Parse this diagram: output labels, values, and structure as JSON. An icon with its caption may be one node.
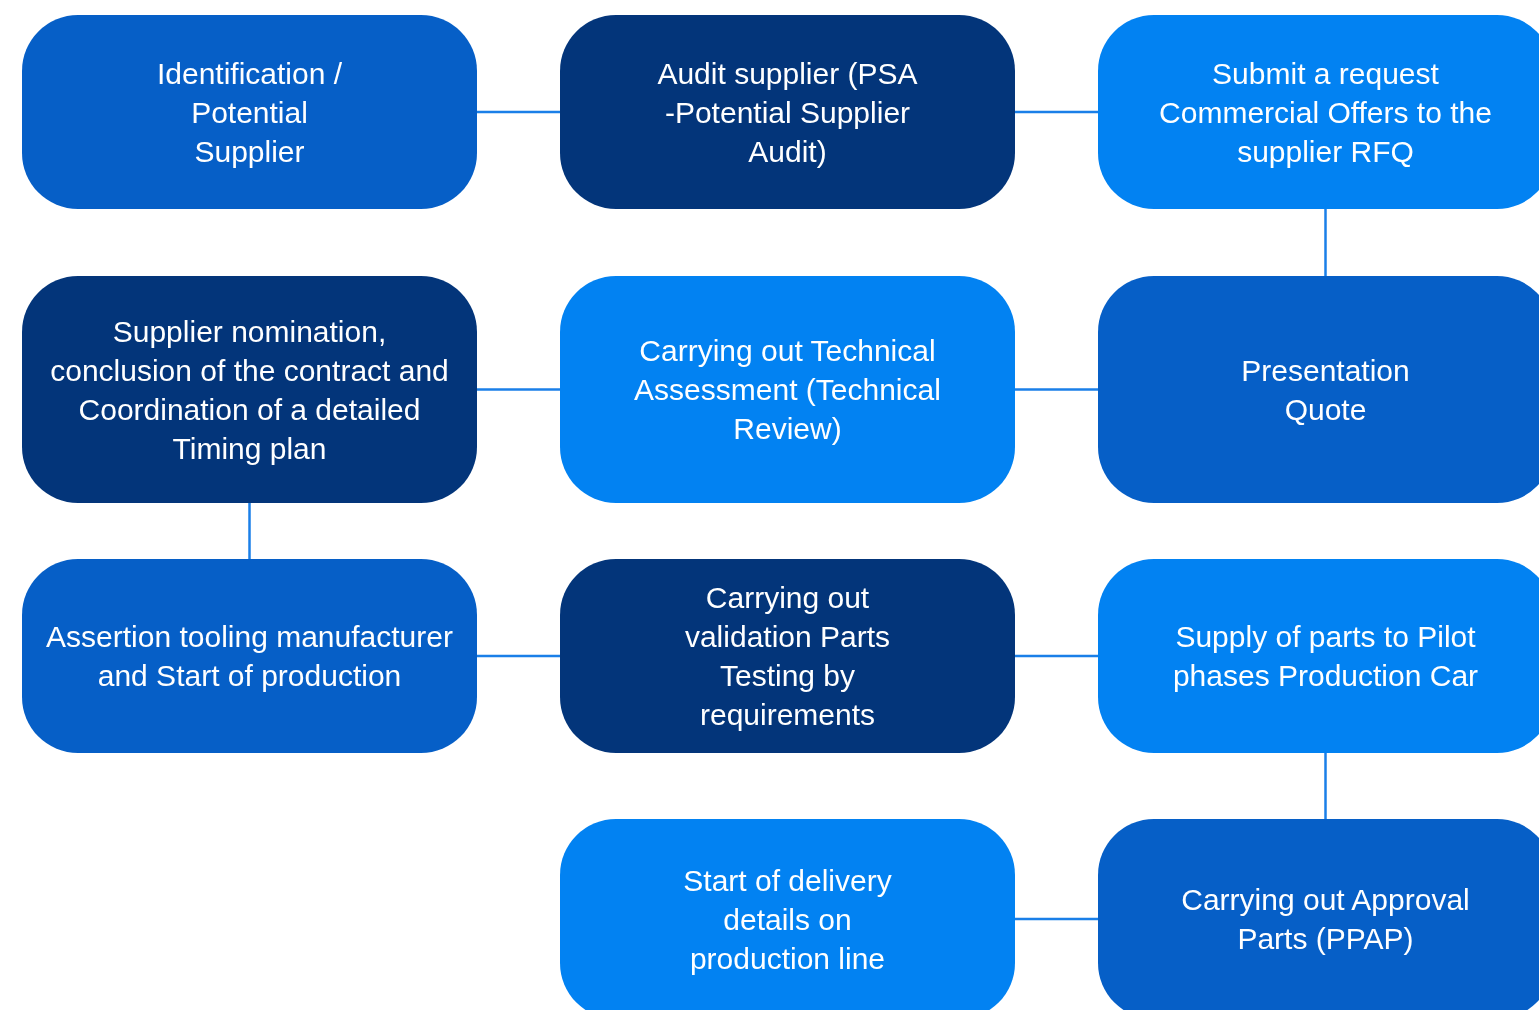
{
  "diagram": {
    "nodes": [
      {
        "text": [
          "Identification / Potential Supplier"
        ]
      },
      {
        "text": [
          "Audit supplier (PSA -Potential Supplier Audit)"
        ]
      },
      {
        "text": [
          "Submit a request Commercial Offers to the supplier RFQ"
        ]
      },
      {
        "text": [
          "Supplier nomination, conclusion of the contract and Coordination of a detailed Timing plan"
        ]
      },
      {
        "text": [
          "Carrying out Technical Assessment (Technical Review)"
        ]
      },
      {
        "text": [
          "Presentation Quote"
        ]
      },
      {
        "text": [
          "Assertion tooling manufacturer and Start of production"
        ]
      },
      {
        "text": [
          "Carrying out validation Parts Testing by requirements"
        ]
      },
      {
        "text": [
          "Supply of parts to Pilot phases Production Car"
        ]
      },
      {
        "text": [
          "Start of delivery details on production line"
        ]
      },
      {
        "text": [
          "Carrying out Approval Parts (PPAP)"
        ]
      }
    ],
    "edges": [
      {
        "from": 0,
        "to": 1,
        "arrow": "none"
      },
      {
        "from": 1,
        "to": 2,
        "arrow": "none"
      },
      {
        "from": 2,
        "to": 5,
        "arrow": "none"
      },
      {
        "from": 5,
        "to": 4,
        "arrow": "none"
      },
      {
        "from": 4,
        "to": 3,
        "arrow": "none"
      },
      {
        "from": 3,
        "to": 6,
        "arrow": "none"
      },
      {
        "from": 6,
        "to": 7,
        "arrow": "none"
      },
      {
        "from": 7,
        "to": 8,
        "arrow": "none"
      },
      {
        "from": 8,
        "to": 10,
        "arrow": "none"
      },
      {
        "from": 10,
        "to": 9,
        "arrow": "none"
      }
    ]
  }
}
